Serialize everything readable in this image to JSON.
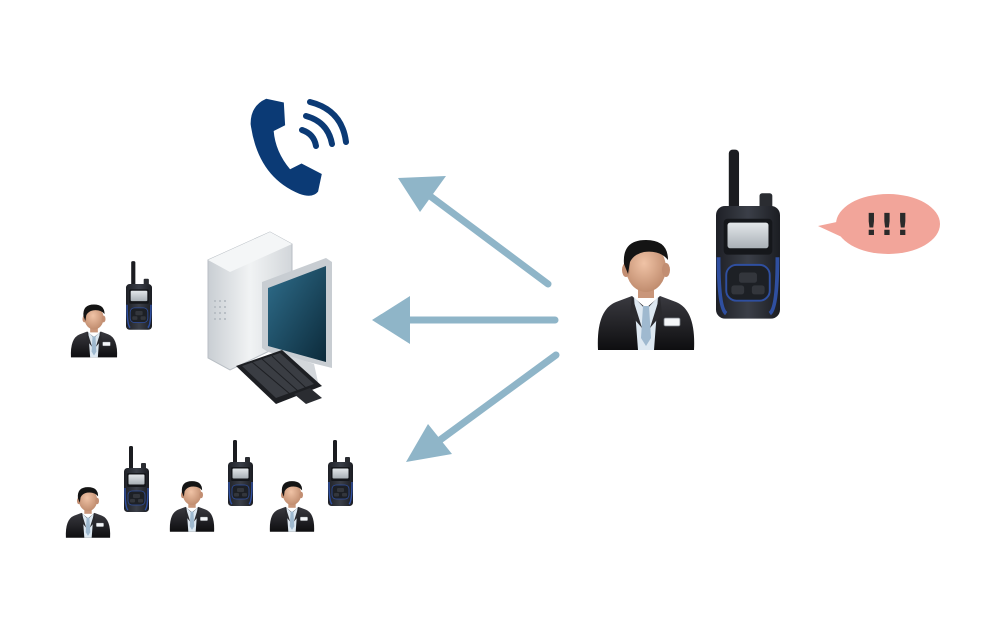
{
  "alert": {
    "text": "!!!",
    "bubble_color": "#f2a59a",
    "text_color": "#2a2a2a"
  },
  "colors": {
    "arrow": "#8fb5c8",
    "phone_icon": "#0b3a75",
    "radio_body": "#2c2f36",
    "radio_trim": "#2f4fa0",
    "radio_screen": "#c9ced3",
    "suit": "#1c1c1f",
    "skin": "#d9a88a",
    "hair": "#1a1a1a",
    "shirt": "#d7e4ef",
    "pc_case": "#e4e7ea",
    "monitor_screen": "#1c4a62"
  },
  "icons": {
    "call": "phone-ringing-icon",
    "computer": "desktop-computer-icon",
    "person": "business-person-icon",
    "radio": "two-way-radio-icon"
  },
  "flow": {
    "source": "alerting-radio-user",
    "targets": [
      "phone-line",
      "dispatch-pc",
      "radio-groups"
    ]
  }
}
